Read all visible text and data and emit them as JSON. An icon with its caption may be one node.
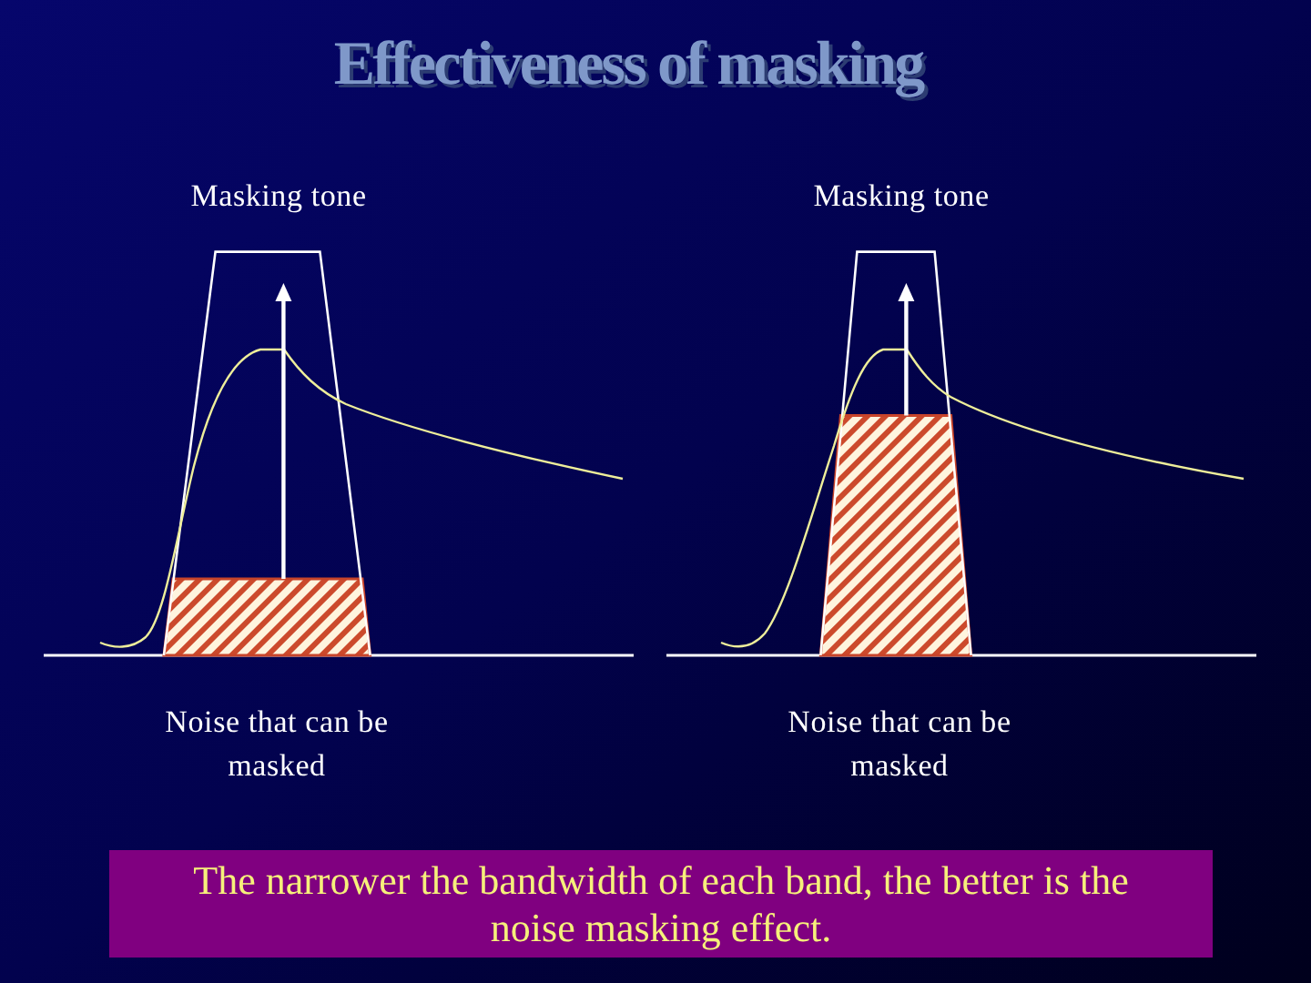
{
  "diagram": {
    "title": "Effectiveness of masking",
    "nodes": [
      {
        "text": [
          "The narrower the bandwidth of each band, the better is the noise masking effect."
        ]
      }
    ],
    "labels": [
      "Masking tone",
      "Masking tone",
      "Noise that can be masked",
      "Noise that can be masked"
    ]
  }
}
